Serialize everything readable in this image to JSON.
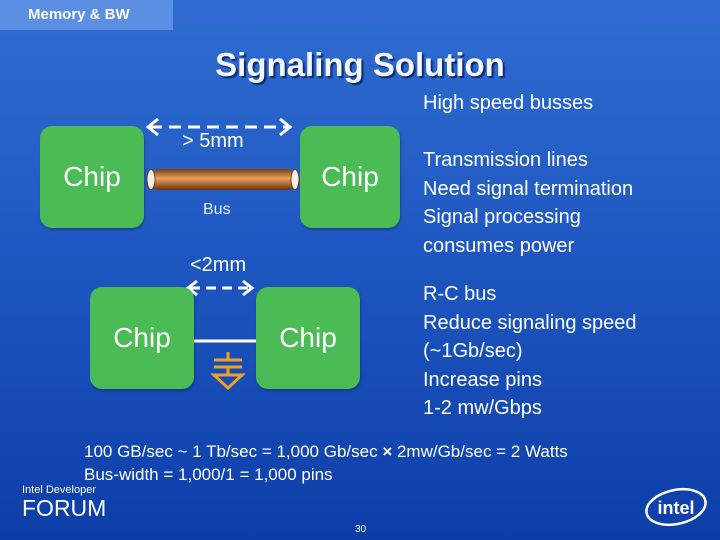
{
  "section": "Memory & BW",
  "title": "Signaling Solution",
  "diagram": {
    "chip_label": "Chip",
    "distance_long": "> 5mm",
    "bus_label": "Bus",
    "distance_short": "<2mm"
  },
  "bullets": {
    "group1": [
      "High speed busses",
      "",
      "Transmission lines",
      "Need signal termination",
      "Signal processing",
      "consumes power"
    ],
    "group2": [
      "R-C bus",
      "Reduce signaling speed",
      "(~1Gb/sec)",
      "Increase pins",
      "1-2 mw/Gbps"
    ]
  },
  "bottom": {
    "line1_a": "100 GB/sec ~ 1 Tb/sec = 1,000 Gb/sec ",
    "times": "×",
    "line1_b": " 2mw/Gb/sec = 2 Watts",
    "line2": "Bus-width = 1,000/1 = 1,000 pins"
  },
  "footer": {
    "brand_small": "Intel Developer",
    "brand_big": "FORUM",
    "page": "30",
    "logo": "intel"
  },
  "colors": {
    "background": "#1f58c2",
    "chip": "#4bbb55",
    "section_tab": "#5b8fe3",
    "bus_cable": "#c07a3a",
    "ground_symbol": "#f0a020"
  }
}
